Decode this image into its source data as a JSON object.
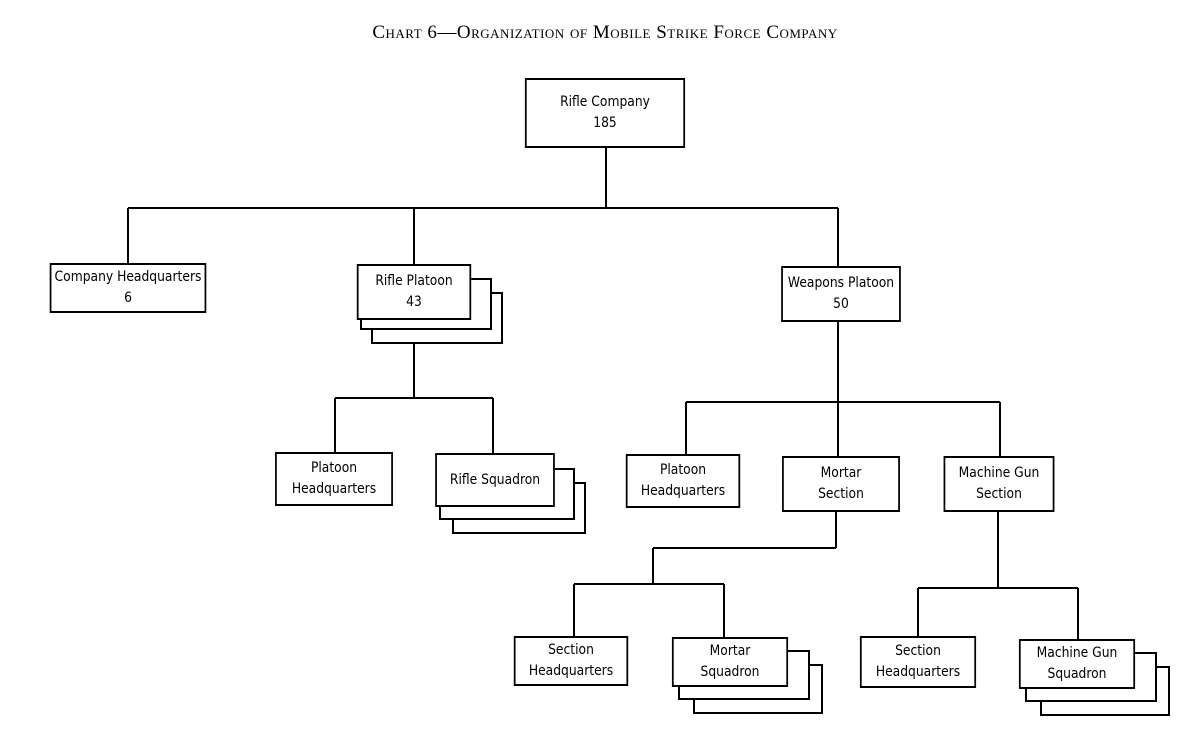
{
  "title": "Chart 6—Organization of Mobile Strike Force Company",
  "units": {
    "rifle_company": {
      "label": "Rifle Company",
      "strength": "185"
    },
    "company_headquarters": {
      "label": "Company Headquarters",
      "strength": "6"
    },
    "rifle_platoon": {
      "label": "Rifle Platoon",
      "strength": "43"
    },
    "weapons_platoon": {
      "label": "Weapons Platoon",
      "strength": "50"
    },
    "rifle_platoon_headquarters": {
      "line1": "Platoon",
      "line2": "Headquarters"
    },
    "rifle_squadron": {
      "label": "Rifle Squadron"
    },
    "weapons_platoon_headquarters": {
      "line1": "Platoon",
      "line2": "Headquarters"
    },
    "mortar_section": {
      "line1": "Mortar",
      "line2": "Section"
    },
    "machine_gun_section": {
      "line1": "Machine Gun",
      "line2": "Section"
    },
    "mortar_section_headquarters": {
      "line1": "Section",
      "line2": "Headquarters"
    },
    "mortar_squadron": {
      "line1": "Mortar",
      "line2": "Squadron"
    },
    "mg_section_headquarters": {
      "line1": "Section",
      "line2": "Headquarters"
    },
    "machine_gun_squadron": {
      "line1": "Machine Gun",
      "line2": "Squadron"
    }
  }
}
